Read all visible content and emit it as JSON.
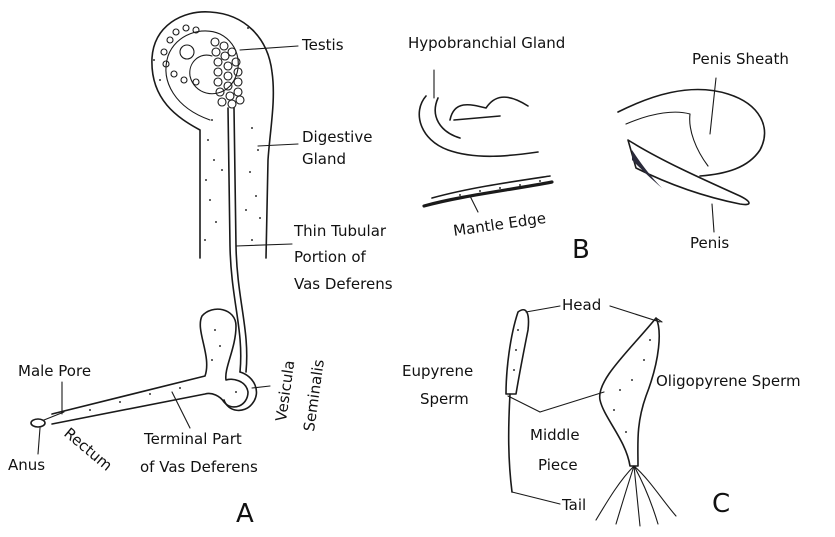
{
  "panel_a": {
    "letter": "A",
    "labels": {
      "testis": "Testis",
      "digestive_gland_1": "Digestive",
      "digestive_gland_2": "Gland",
      "thin_tubular_1": "Thin Tubular",
      "thin_tubular_2": "Portion of",
      "thin_tubular_3": "Vas Deferens",
      "vesicula_1": "Vesicula",
      "vesicula_2": "Seminalis",
      "male_pore": "Male Pore",
      "anus": "Anus",
      "rectum": "Rectum",
      "terminal_1": "Terminal Part",
      "terminal_2": "of Vas Deferens"
    }
  },
  "panel_b": {
    "letter": "B",
    "labels": {
      "hypobranchial": "Hypobranchial Gland",
      "mantle_edge": "Mantle Edge",
      "penis_sheath": "Penis Sheath",
      "penis": "Penis"
    }
  },
  "panel_c": {
    "letter": "C",
    "labels": {
      "head": "Head",
      "eupyrene_1": "Eupyrene",
      "eupyrene_2": "Sperm",
      "oligopyrene": "Oligopyrene Sperm",
      "middle_1": "Middle",
      "middle_2": "Piece",
      "tail": "Tail"
    }
  },
  "colors": {
    "ink": "#1a1a1a",
    "background": "#ffffff"
  }
}
